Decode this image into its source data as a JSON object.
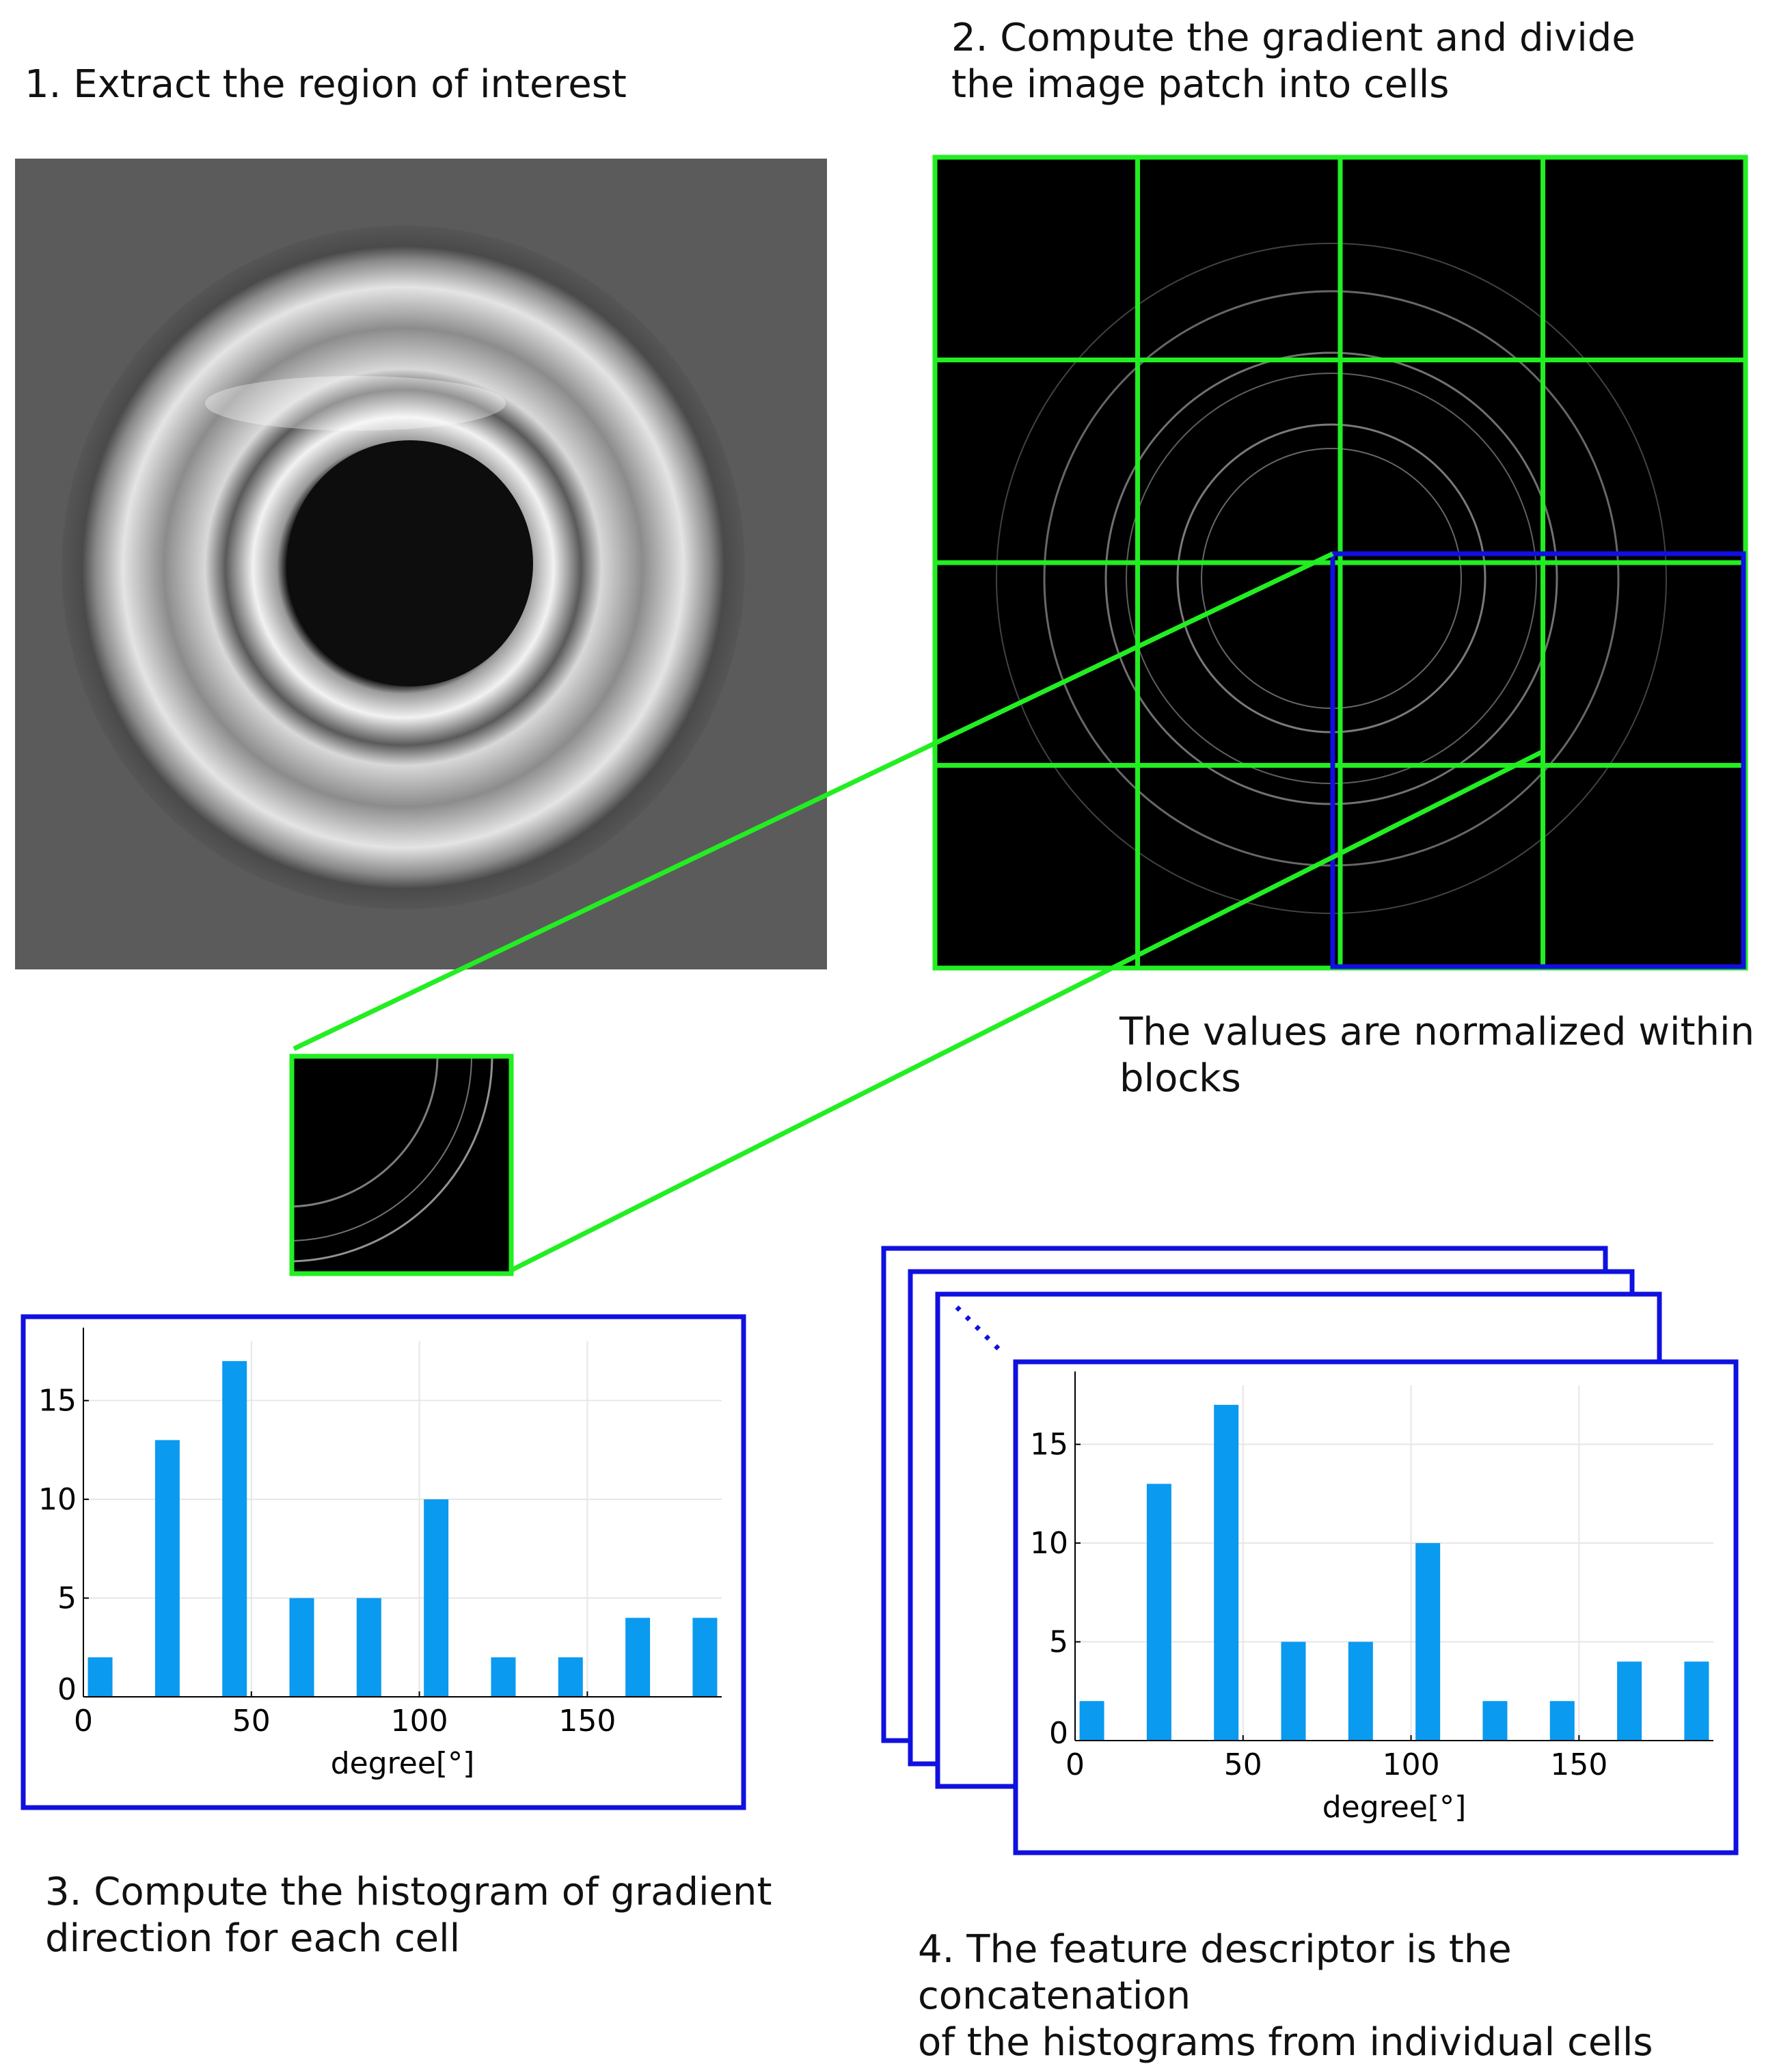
{
  "steps": {
    "step1": "1. Extract the region of interest",
    "step2": "2. Compute the gradient and divide\nthe image patch into cells",
    "normalize_note": "The values are normalized within\nblocks",
    "step3": "3. Compute the histogram of gradient\ndirection for each cell",
    "step4": "4. The feature descriptor is the concatenation\nof the histograms from individual cells"
  },
  "grid": {
    "rows": 4,
    "cols": 4
  },
  "colors": {
    "cell_grid": "#22ee22",
    "block": "#1010e0",
    "bar": "#0a9af0"
  },
  "chart_data": [
    {
      "type": "bar",
      "x": [
        5,
        25,
        45,
        65,
        85,
        105,
        125,
        145,
        165,
        185
      ],
      "values": [
        2,
        13,
        17,
        5,
        5,
        10,
        2,
        2,
        4,
        4
      ],
      "xlabel": "degree[°]",
      "ylabel": "",
      "xticks": [
        0,
        50,
        100,
        150
      ],
      "yticks": [
        0,
        5,
        10,
        15
      ],
      "xlim": [
        0,
        190
      ],
      "ylim": [
        0,
        18
      ],
      "grid": true
    },
    {
      "type": "bar",
      "x": [
        5,
        25,
        45,
        65,
        85,
        105,
        125,
        145,
        165,
        185
      ],
      "values": [
        2,
        13,
        17,
        5,
        5,
        10,
        2,
        2,
        4,
        4
      ],
      "xlabel": "degree[°]",
      "ylabel": "",
      "xticks": [
        0,
        50,
        100,
        150
      ],
      "yticks": [
        0,
        5,
        10,
        15
      ],
      "xlim": [
        0,
        190
      ],
      "ylim": [
        0,
        18
      ],
      "grid": true
    }
  ]
}
